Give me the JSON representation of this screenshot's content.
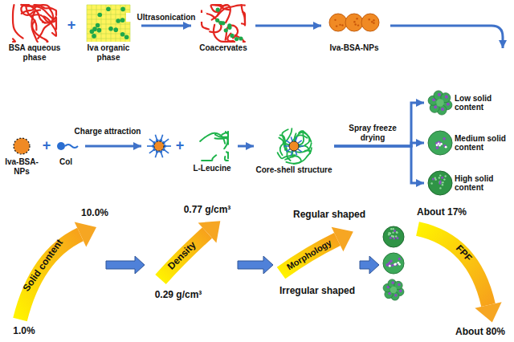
{
  "diagram": {
    "nodes": [
      {
        "text": [
          "BSA aqueous phase"
        ]
      },
      {
        "text": [
          "Iva organic phase"
        ]
      },
      {
        "text": [
          "Coacervates"
        ]
      },
      {
        "text": [
          "Iva-BSA-NPs"
        ]
      },
      {
        "text": [
          "Iva-BSA-NPs"
        ]
      },
      {
        "text": [
          "Col"
        ]
      },
      {
        "text": [
          "L-Leucine"
        ]
      },
      {
        "text": [
          "Core-shell structure"
        ]
      },
      {
        "text": [
          "Low solid content"
        ]
      },
      {
        "text": [
          "Medium solid content"
        ]
      },
      {
        "text": [
          "High solid content"
        ]
      }
    ],
    "edges": [
      {
        "from": 1,
        "to": 2,
        "label": "Ultrasonication",
        "arrow": "to"
      },
      {
        "from": 2,
        "to": 3,
        "arrow": "to"
      },
      {
        "from": 6,
        "to": 7,
        "arrow": "to"
      },
      {
        "from": 7,
        "to": 8,
        "arrow": "to"
      },
      {
        "from": 7,
        "to": 9,
        "label": "Spray freeze drying",
        "arrow": "to"
      },
      {
        "from": 7,
        "to": 10,
        "arrow": "to"
      }
    ],
    "labels": [
      "+",
      "Charge attraction",
      "+",
      "+",
      "Solid content",
      "10.0%",
      "Density",
      "0.77 g/cm³",
      "Morphology",
      "Regular shaped",
      "About 17%",
      "FPF",
      "1.0%",
      "0.29 g/cm³",
      "Irregular shaped",
      "About 80%"
    ]
  }
}
